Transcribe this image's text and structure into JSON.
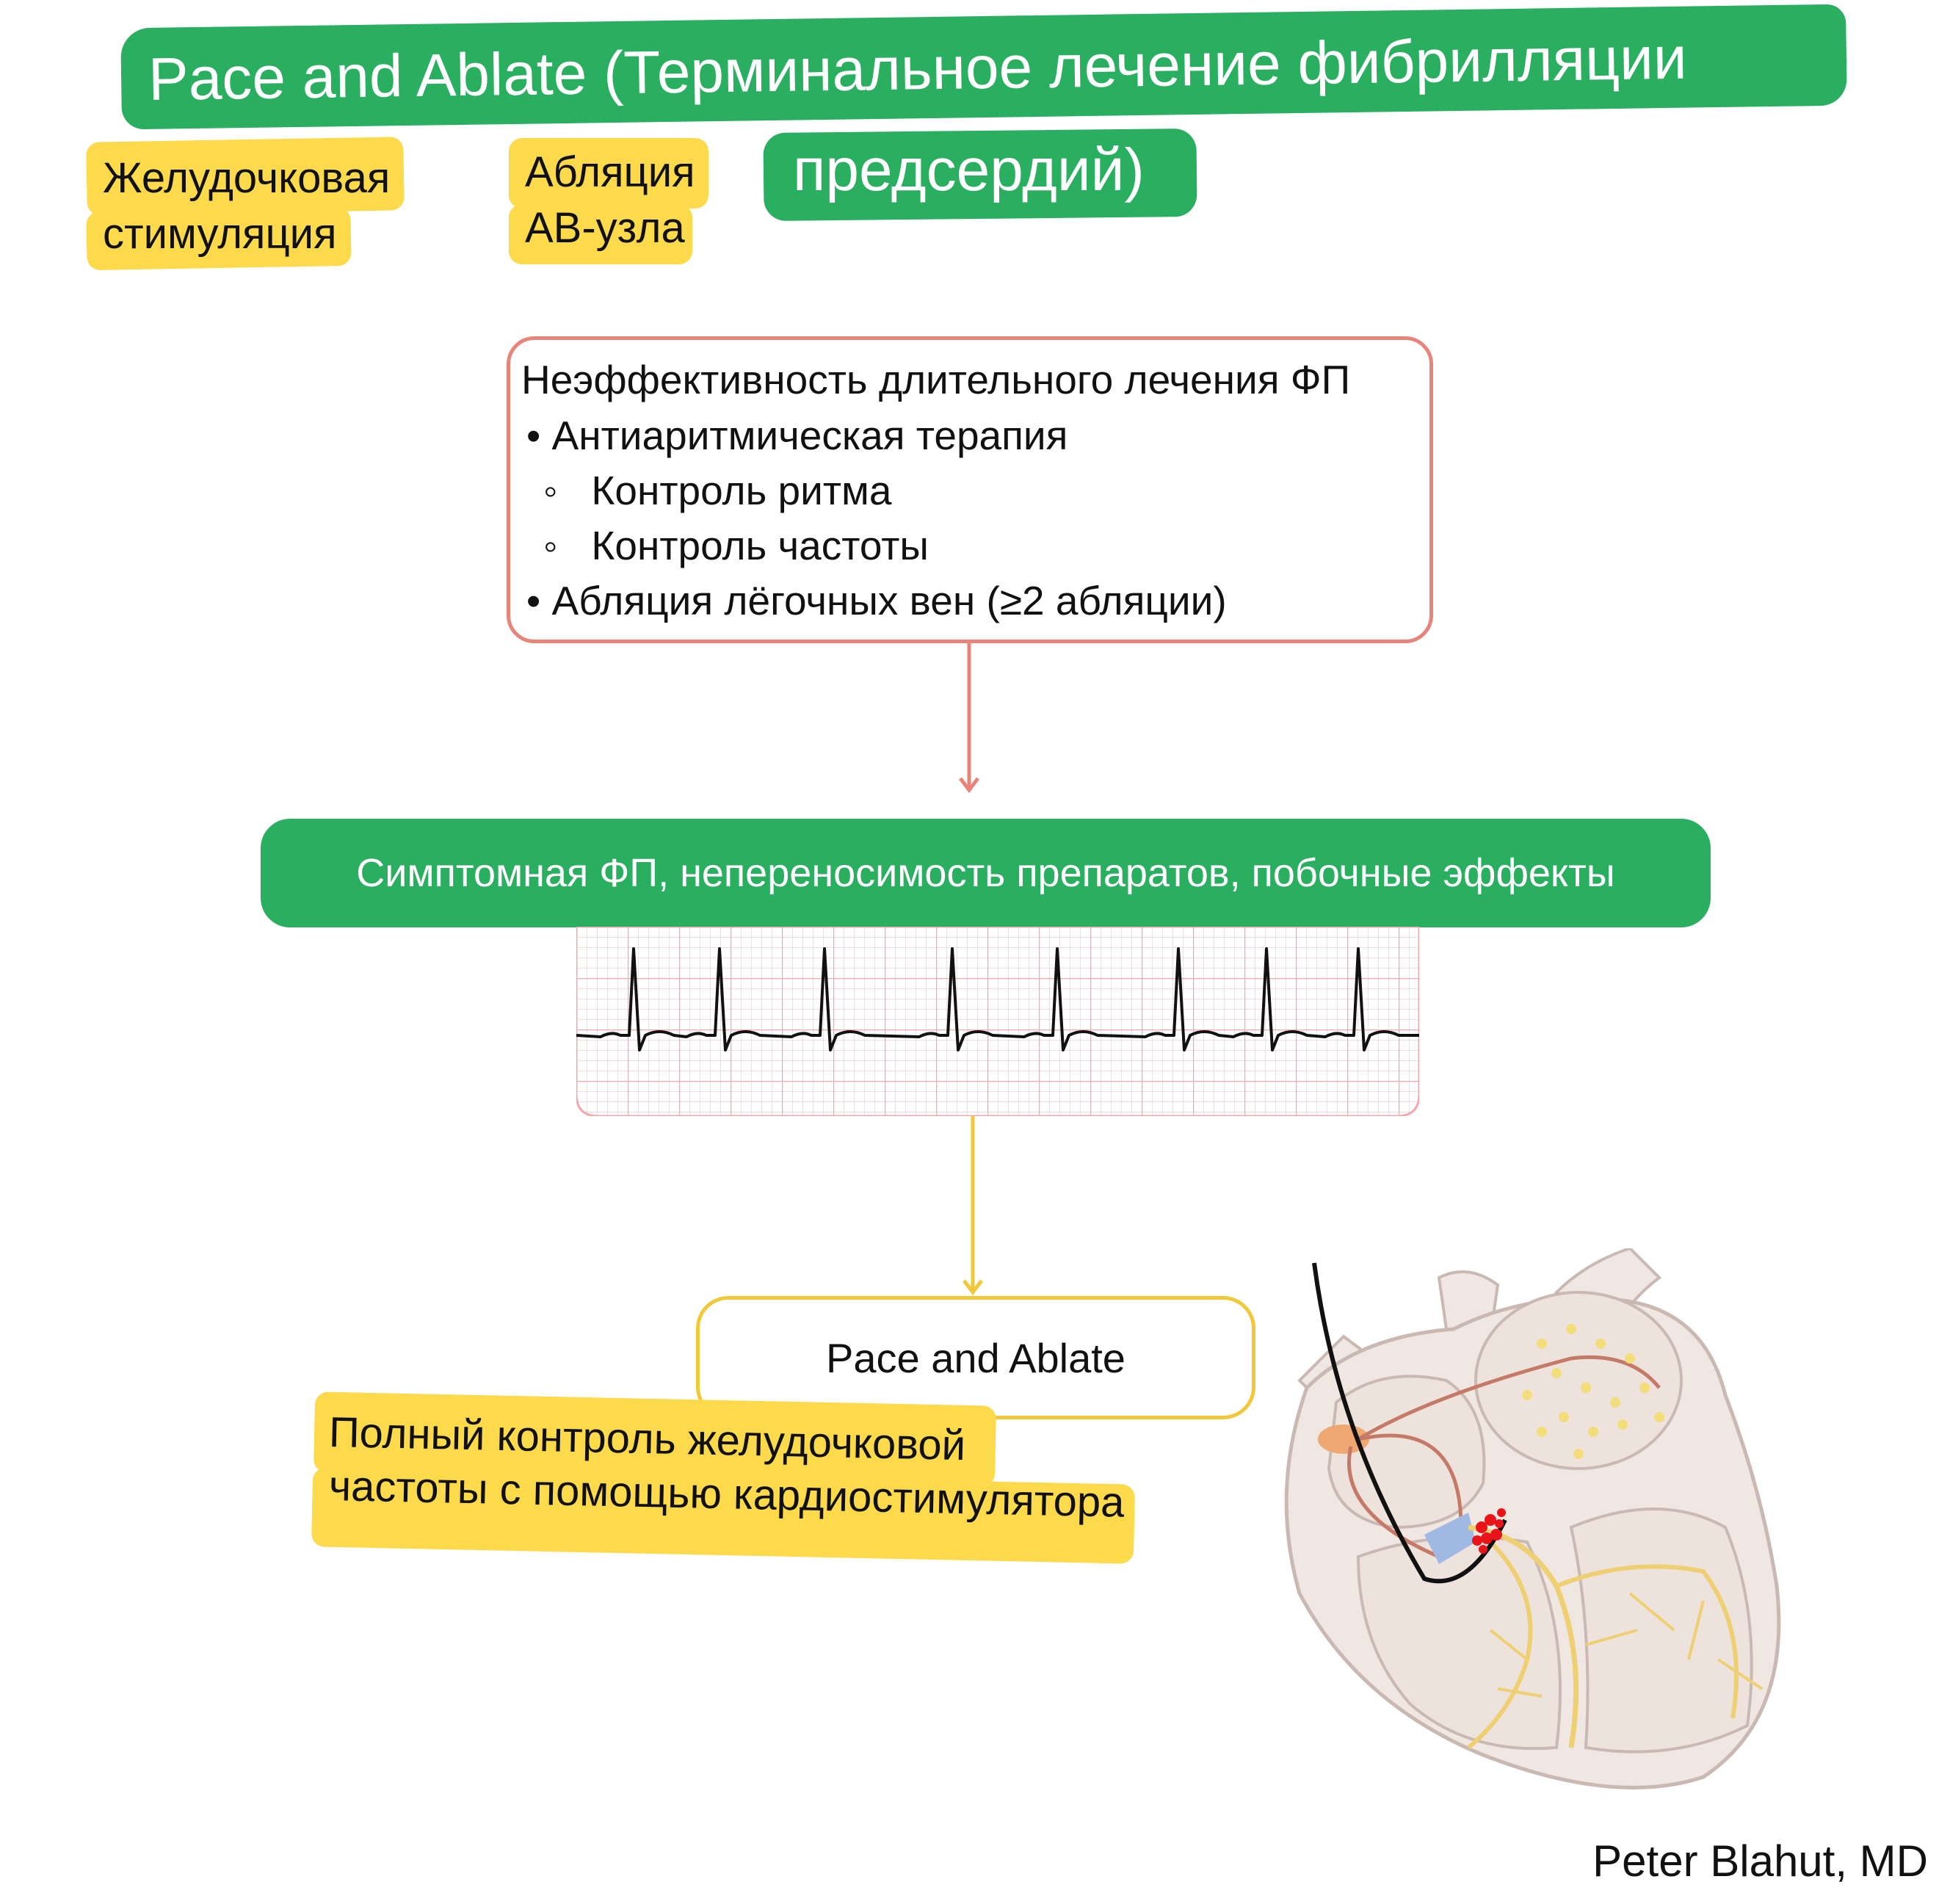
{
  "title": {
    "line1": "Pace and Ablate (Терминальное лечение фибрилляции",
    "line2": "предсердий)"
  },
  "labels": {
    "ventricular_pacing": [
      "Желудочковая",
      "стимуляция"
    ],
    "av_node_ablation": [
      "Абляция",
      "АВ-узла"
    ]
  },
  "failure_box": {
    "heading": "Неэффективность длительного лечения ФП",
    "items": [
      {
        "bullet": "•",
        "text": "Антиаритмическая терапия"
      },
      {
        "bullet": "◦",
        "text": "Контроль ритма"
      },
      {
        "bullet": "◦",
        "text": "Контроль частоты"
      },
      {
        "bullet": "•",
        "text": "Абляция лёгочных вен (≥2 абляции)"
      }
    ]
  },
  "condition_bar": "Симптомная ФП, непереносимость препаратов, побочные эффекты",
  "outcome_box": "Pace and Ablate",
  "outcome_note": [
    "Полный контроль желудочковой",
    "частоты с помощью кардиостимулятора"
  ],
  "author": "Peter Blahut, MD",
  "colors": {
    "green": "#2aae60",
    "yellow": "#fdd94c",
    "salmon": "#e8847a",
    "gold": "#f1c83a",
    "ecg_grid": "#f2a9ad"
  },
  "icons": [
    "ecg-strip",
    "heart-conduction-illustration",
    "pacing-lead",
    "ablation-points"
  ]
}
